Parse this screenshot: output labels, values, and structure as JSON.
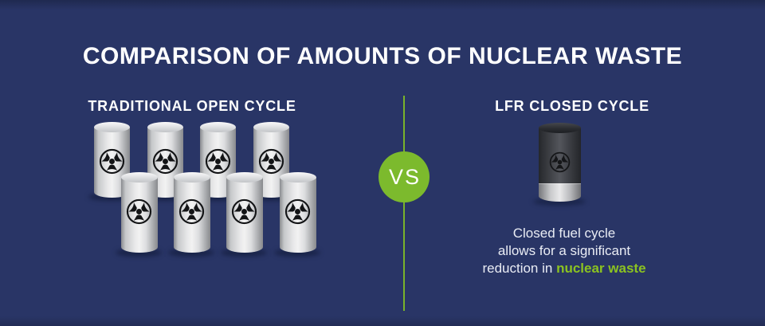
{
  "page": {
    "title": "COMPARISON OF AMOUNTS OF NUCLEAR WASTE"
  },
  "left_section": {
    "heading": "TRADITIONAL OPEN CYCLE",
    "barrel_count": 8,
    "barrel_icon": "radiation-trefoil-icon"
  },
  "divider": {
    "vs_label": "VS"
  },
  "right_section": {
    "heading": "LFR CLOSED CYCLE",
    "canister_count": 1,
    "canister_icon": "radiation-trefoil-icon",
    "caption_line1": "Closed fuel cycle",
    "caption_line2": "allows for a significant",
    "caption_line3_prefix": "reduction in ",
    "caption_line3_highlight": "nuclear waste"
  },
  "colors": {
    "background_navy": "#293566",
    "accent_green": "#7cba2d",
    "highlight_text_green": "#8cc320",
    "title_white": "#ffffff",
    "barrel_silver": "#e9e9ea",
    "canister_black": "#3a3c41"
  }
}
